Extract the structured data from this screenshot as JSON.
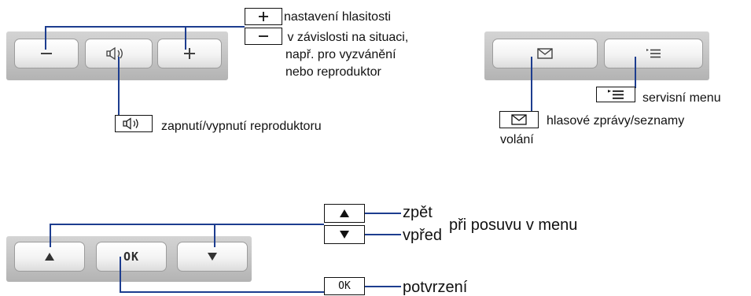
{
  "volume_section": {
    "keys": [
      {
        "name": "minus-key",
        "icon": "minus-icon"
      },
      {
        "name": "speaker-key",
        "icon": "speaker-icon"
      },
      {
        "name": "plus-key",
        "icon": "plus-icon"
      }
    ],
    "label_lines": [
      "nastavení hlasitosti",
      " v závislosti na situaci,",
      "např. pro vyzvánění",
      "nebo reproduktor"
    ],
    "speaker_label": "zapnutí/vypnutí reproduktoru"
  },
  "message_section": {
    "keys": [
      {
        "name": "messages-key",
        "icon": "envelope-icon"
      },
      {
        "name": "menu-key",
        "icon": "service-menu-icon"
      }
    ],
    "menu_label": "servisní menu",
    "messages_label_lines": [
      "hlasové zprávy/seznamy",
      "volání"
    ]
  },
  "navigation_section": {
    "keys": [
      {
        "name": "up-key",
        "icon": "up-arrow-icon"
      },
      {
        "name": "ok-key",
        "label": "OK"
      },
      {
        "name": "down-key",
        "icon": "down-arrow-icon"
      }
    ],
    "back_label": "zpět",
    "forward_label": "vpřed",
    "scroll_label": "při posuvu v menu",
    "ok_box_label": "OK",
    "confirm_label": "potvrzení"
  },
  "colors": {
    "connector_line": "#1d3d8f",
    "panel": "#c6c6c6",
    "key_face": "#f3f3f3"
  }
}
